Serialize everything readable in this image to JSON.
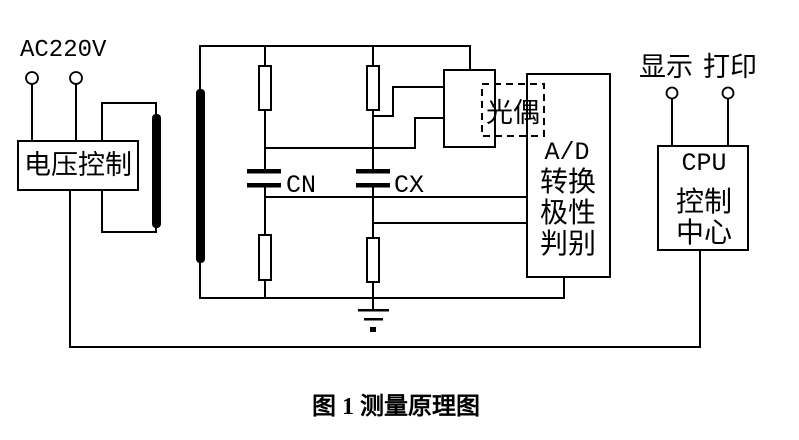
{
  "figure": {
    "caption": "图 1 测量原理图"
  },
  "labels": {
    "ac_power": "AC220V",
    "cap_standard": "CN",
    "cap_test": "CX",
    "display": "显示",
    "print": "打印"
  },
  "boxes": {
    "voltage_control": "电压控制",
    "optocoupler": "光偶",
    "ad_converter_lines": [
      "A/D",
      "转换",
      "极性",
      "判别"
    ],
    "cpu_lines": [
      "CPU",
      "控制",
      "中心"
    ]
  },
  "colors": {
    "line": "#000000",
    "background": "#ffffff"
  }
}
